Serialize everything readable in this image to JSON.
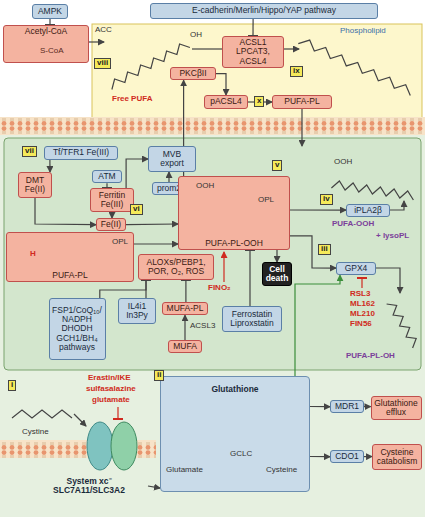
{
  "diagram": {
    "nodes": [
      {
        "text": [
          "E-cadherin/Merlin/Hippo/YAP pathway"
        ]
      },
      {
        "text": [
          "AMPK"
        ]
      },
      {
        "text": [
          "Acetyl-CoA"
        ]
      },
      {
        "text": [
          "ACSL1",
          "LPCAT3, ACSL4"
        ]
      },
      {
        "text": [
          "PKCβII"
        ]
      },
      {
        "text": [
          "pACSL4"
        ]
      },
      {
        "text": [
          "PUFA-PL"
        ]
      },
      {
        "text": [
          "Tf/TFR1 Fe(III)"
        ]
      },
      {
        "text": [
          "DMT",
          "Fe(II)"
        ]
      },
      {
        "text": [
          "ATM"
        ]
      },
      {
        "text": [
          "Ferritin",
          "Fe(III)"
        ]
      },
      {
        "text": [
          "MVB export"
        ]
      },
      {
        "text": [
          "prom2"
        ]
      },
      {
        "text": [
          "Fe(II)"
        ]
      },
      {
        "text": [
          "PUFA-PL"
        ]
      },
      {
        "text": [
          "ALOXs/PEBP1, POR, O₂, ROS"
        ]
      },
      {
        "text": [
          "PUFA-PL-OOH"
        ]
      },
      {
        "text": [
          "iPLA2β"
        ]
      },
      {
        "text": [
          "GPX4"
        ]
      },
      {
        "text": [
          "FSP1/CoQ₁₀/ NADPH DHODH GCH1/BH₄ pathways"
        ]
      },
      {
        "text": [
          "IL4i1 In3Py"
        ]
      },
      {
        "text": [
          "MUFA-PL"
        ]
      },
      {
        "text": [
          "MUFA"
        ]
      },
      {
        "text": [
          "Cell death"
        ]
      },
      {
        "text": [
          "Ferrostatin Liproxstatin"
        ]
      },
      {
        "text": [
          "System xc⁻",
          "SLC7A11/SLC3A2"
        ]
      },
      {
        "text": [
          "Glutathione"
        ]
      },
      {
        "text": [
          "MDR1"
        ]
      },
      {
        "text": [
          "Glutathione efflux"
        ]
      },
      {
        "text": [
          "CDO1"
        ]
      },
      {
        "text": [
          "Cysteine catabolism"
        ]
      }
    ],
    "edges": [
      {
        "from": 1,
        "to": 2,
        "arrow": "to"
      },
      {
        "from": 0,
        "to": 3,
        "arrow": "to"
      },
      {
        "from": 16,
        "to": 4,
        "arrow": "to"
      },
      {
        "from": 4,
        "to": 5,
        "arrow": "to"
      },
      {
        "from": 5,
        "to": 6,
        "arrow": "to"
      },
      {
        "from": 7,
        "to": 8,
        "arrow": "to"
      },
      {
        "from": 9,
        "to": 10,
        "arrow": "to"
      },
      {
        "from": 10,
        "to": 11,
        "arrow": "to"
      },
      {
        "from": 12,
        "to": 11,
        "arrow": "to"
      },
      {
        "from": 8,
        "to": 13,
        "arrow": "to"
      },
      {
        "from": 10,
        "to": 13,
        "arrow": "to"
      },
      {
        "from": 13,
        "to": 16,
        "arrow": "to"
      },
      {
        "from": 14,
        "to": 16,
        "arrow": "to"
      },
      {
        "from": 19,
        "to": 15,
        "arrow": "to"
      },
      {
        "from": 20,
        "to": 15,
        "arrow": "to"
      },
      {
        "from": 21,
        "to": 15,
        "arrow": "to"
      },
      {
        "from": 22,
        "to": 21,
        "arrow": "to"
      },
      {
        "from": 16,
        "to": 23,
        "arrow": "to"
      },
      {
        "from": 24,
        "to": 16,
        "arrow": "to"
      },
      {
        "from": 16,
        "to": 17,
        "arrow": "to"
      },
      {
        "from": 16,
        "to": 18,
        "arrow": "to"
      },
      {
        "from": 25,
        "to": 26,
        "arrow": "to"
      },
      {
        "from": 26,
        "to": 18,
        "arrow": "to"
      },
      {
        "from": 26,
        "to": 27,
        "arrow": "to"
      },
      {
        "from": 27,
        "to": 28,
        "arrow": "to"
      },
      {
        "from": 26,
        "to": 29,
        "arrow": "to"
      },
      {
        "from": 29,
        "to": 30,
        "arrow": "to"
      }
    ],
    "labels": [
      "ACC",
      "viii",
      "OH",
      "Free PUFA",
      "Phospholipid",
      "ix",
      "x",
      "vii",
      "vi",
      "v",
      "iv",
      "iii",
      "H",
      "OPL",
      "OOH",
      "OPL",
      "OOH",
      "PUFA-OOH",
      "+ lysoPL",
      "PUFA-PL-OH",
      "FINO₂",
      "RSL3",
      "ML162",
      "ML210",
      "FIN56",
      "ACSL3",
      "i",
      "Erastin/IKE",
      "sulfasalazine",
      "glutamate",
      "Cystine",
      "ii",
      "Glutamate",
      "GCLC",
      "Cysteine",
      "S-CoA"
    ]
  }
}
